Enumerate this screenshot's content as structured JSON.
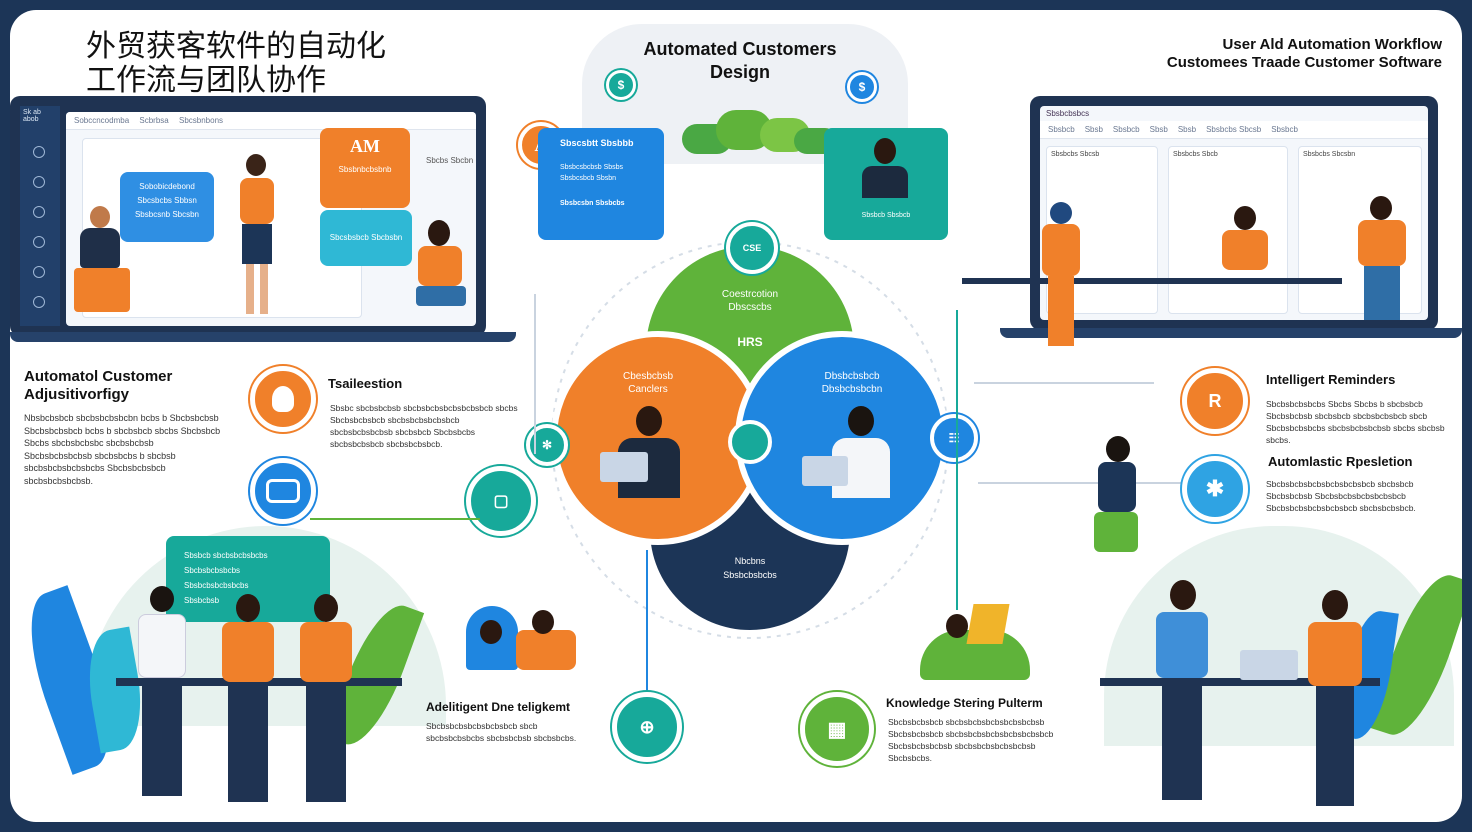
{
  "title_cn_line1": "外贸获客软件的自动化",
  "title_cn_line2": "工作流与团队协作",
  "top_center": {
    "title_line1": "Automated Customers",
    "title_line2": "Design",
    "icon_left": "$",
    "icon_right": "$"
  },
  "top_right": {
    "line1": "User Ald Automation Workflow",
    "line2": "Customees Traade Customer Software"
  },
  "left_monitor": {
    "sidebar_title": "Sk ab abob",
    "tabs": [
      "Sobccncodmba",
      "Scbrbsa",
      "Sbcsbnbons"
    ],
    "card_blue": [
      "Sobobicdebond",
      "Sbcsbcbs Sbbsn",
      "Sbsbcsnb Sbcsbn"
    ],
    "card_orange_title": "AM",
    "card_orange_text": "Sbsbnbcbsbnb",
    "card_teal_text": "Sbcsbsbcb Sbcbsbn",
    "side_label": "Sbcbs Sbcbn"
  },
  "sales_card": {
    "badge": "A",
    "title": "Sbscsbtt Sbsbbb",
    "lines": [
      "Sbsbcsbcbsb Sbsbs",
      "Sbsbcsbcb Sbsbn",
      "Sbsbcsbn Sbsbcbs"
    ]
  },
  "agent_card": {
    "text": "Sbsbcb Sbsbcb"
  },
  "right_monitor": {
    "title": "Sbsbcbsbcs",
    "nav": [
      "Sbsbcb",
      "Sbsb",
      "Sbsbcb",
      "Sbsb",
      "Sbsb",
      "Sbsbcbs Sbcsb",
      "Sbsbcb"
    ],
    "col_titles": [
      "Sbsbcbs Sbcsb",
      "Sbsbcbs Sbcb",
      "Sbsbcbs Sbcsbn"
    ]
  },
  "venn": {
    "top_label": "Coestrcotion",
    "top_sub": "Dbscscbs",
    "top_code": "HRS",
    "left_label": "Cbesbcbsb",
    "left_sub": "Canclers",
    "right_label": "Dbsbcbsbcb",
    "right_sub": "Dbsbcbsbcbn",
    "bottom_label": "Nbcbns",
    "bottom_sub": "Sbsbcbsbcbs"
  },
  "left_section": {
    "heading_line1": "Automatol Customer",
    "heading_line2": "Adjusitivorfigy",
    "body": "Nbsbcbsbcb sbcbsbcbsbcbn bcbs b Sbcbsbcbsb Sbcbsbcbsbcb bcbs b sbcbsbcb sbcbs Sbcbsbcb Sbcbs sbcbsbcbsbc sbcbsbcbsb Sbcbsbcbsbcbsb sbcbsbcbs b sbcbsb sbcbsbcbsbcbsbcbs Sbcbsbcbsbcb sbcbsbcbsbcbsb."
  },
  "tsa_section": {
    "heading": "Tsaileestion",
    "body": "Sbsbc sbcbsbcbsb sbcbsbcbsbcbsbcbsbcb sbcbs Sbcbsbcbsbcb sbcbsbcbsbcbsbcb sbcbsbcbsbcbsb sbcbsbcb Sbcbsbcbs sbcbsbcbsbcb sbcbsbcbsbcb."
  },
  "intelligent_reminders": {
    "heading": "Intelligert Reminders",
    "body": "Sbcbsbcbsbcbs Sbcbs Sbcbs b sbcbsbcb Sbcbsbcbsb sbcbsbcb sbcbsbcbsbcb sbcb Sbcbsbcbsbcbs sbcbsbcbsbcbsb sbcbs sbcbsb sbcbs."
  },
  "automatic_repletion": {
    "heading": "Automlastic Rpesletion",
    "body": "Sbcbsbcbsbcbsbcbsbcbsbcb sbcbsbcb Sbcbsbcbsb Sbcbsbcbsbcbsbcbsbcb Sbcbsbcbsbcbsbcbsbcb sbcbsbcbsbcb."
  },
  "chat_bubble": {
    "lines": [
      "Sbsbcb sbcbsbcbsbcbs",
      "Sbcbsbcbsbcbs",
      "Sbsbcbsbcbsbcbs",
      "Sbsbcbsb"
    ]
  },
  "adelitight": {
    "heading": "Adelitigent Dne teligkemt",
    "body": "Sbcbsbcbsbcbsbcbsbcb sbcb sbcbsbcbsbcbs sbcbsbcbsb sbcbsbcbs."
  },
  "knowledge": {
    "heading": "Knowledge Stering Pulterm",
    "body": "Sbcbsbcbsbcb sbcbsbcbsbcbsbcbsbcbsb Sbcbsbcbsbcb sbcbsbcbsbcbsbcbsbcbsbcb Sbcbsbcbsbcbsb sbcbsbcbsbcbsbcbsb Sbcbsbcbs."
  },
  "colors": {
    "orange": "#f0802a",
    "blue": "#1f86e0",
    "green": "#5fb33a",
    "teal": "#17a99a",
    "navy": "#1c3557"
  }
}
